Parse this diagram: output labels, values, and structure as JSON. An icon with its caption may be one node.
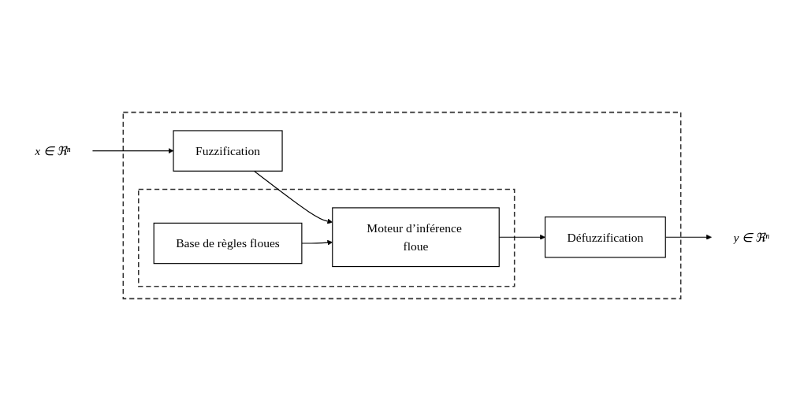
{
  "diagram": {
    "nodes": [
      {
        "text": [],
        "shape": "box"
      },
      {
        "text": [],
        "shape": "box",
        "in": 0
      },
      {
        "text": [
          "Base de règles floues"
        ],
        "in": 1
      },
      {
        "text": [
          "Moteur d’inférence floue"
        ],
        "in": 1
      },
      {
        "text": [
          "Fuzzification"
        ],
        "in": 0
      },
      {
        "text": [
          "Défuzzification"
        ],
        "in": 0
      },
      {
        "text": [
          "x ∈ ℜⁿ"
        ]
      },
      {
        "text": [
          "y ∈ ℜⁿ"
        ]
      }
    ],
    "edges": [
      {
        "from": 6,
        "to": 4,
        "arrow": "to"
      },
      {
        "from": 4,
        "to": 3,
        "arrow": "to"
      },
      {
        "from": 2,
        "to": 3,
        "arrow": "to"
      },
      {
        "from": 3,
        "to": 5,
        "arrow": "to"
      },
      {
        "from": 5,
        "to": 7,
        "arrow": "to"
      }
    ]
  }
}
